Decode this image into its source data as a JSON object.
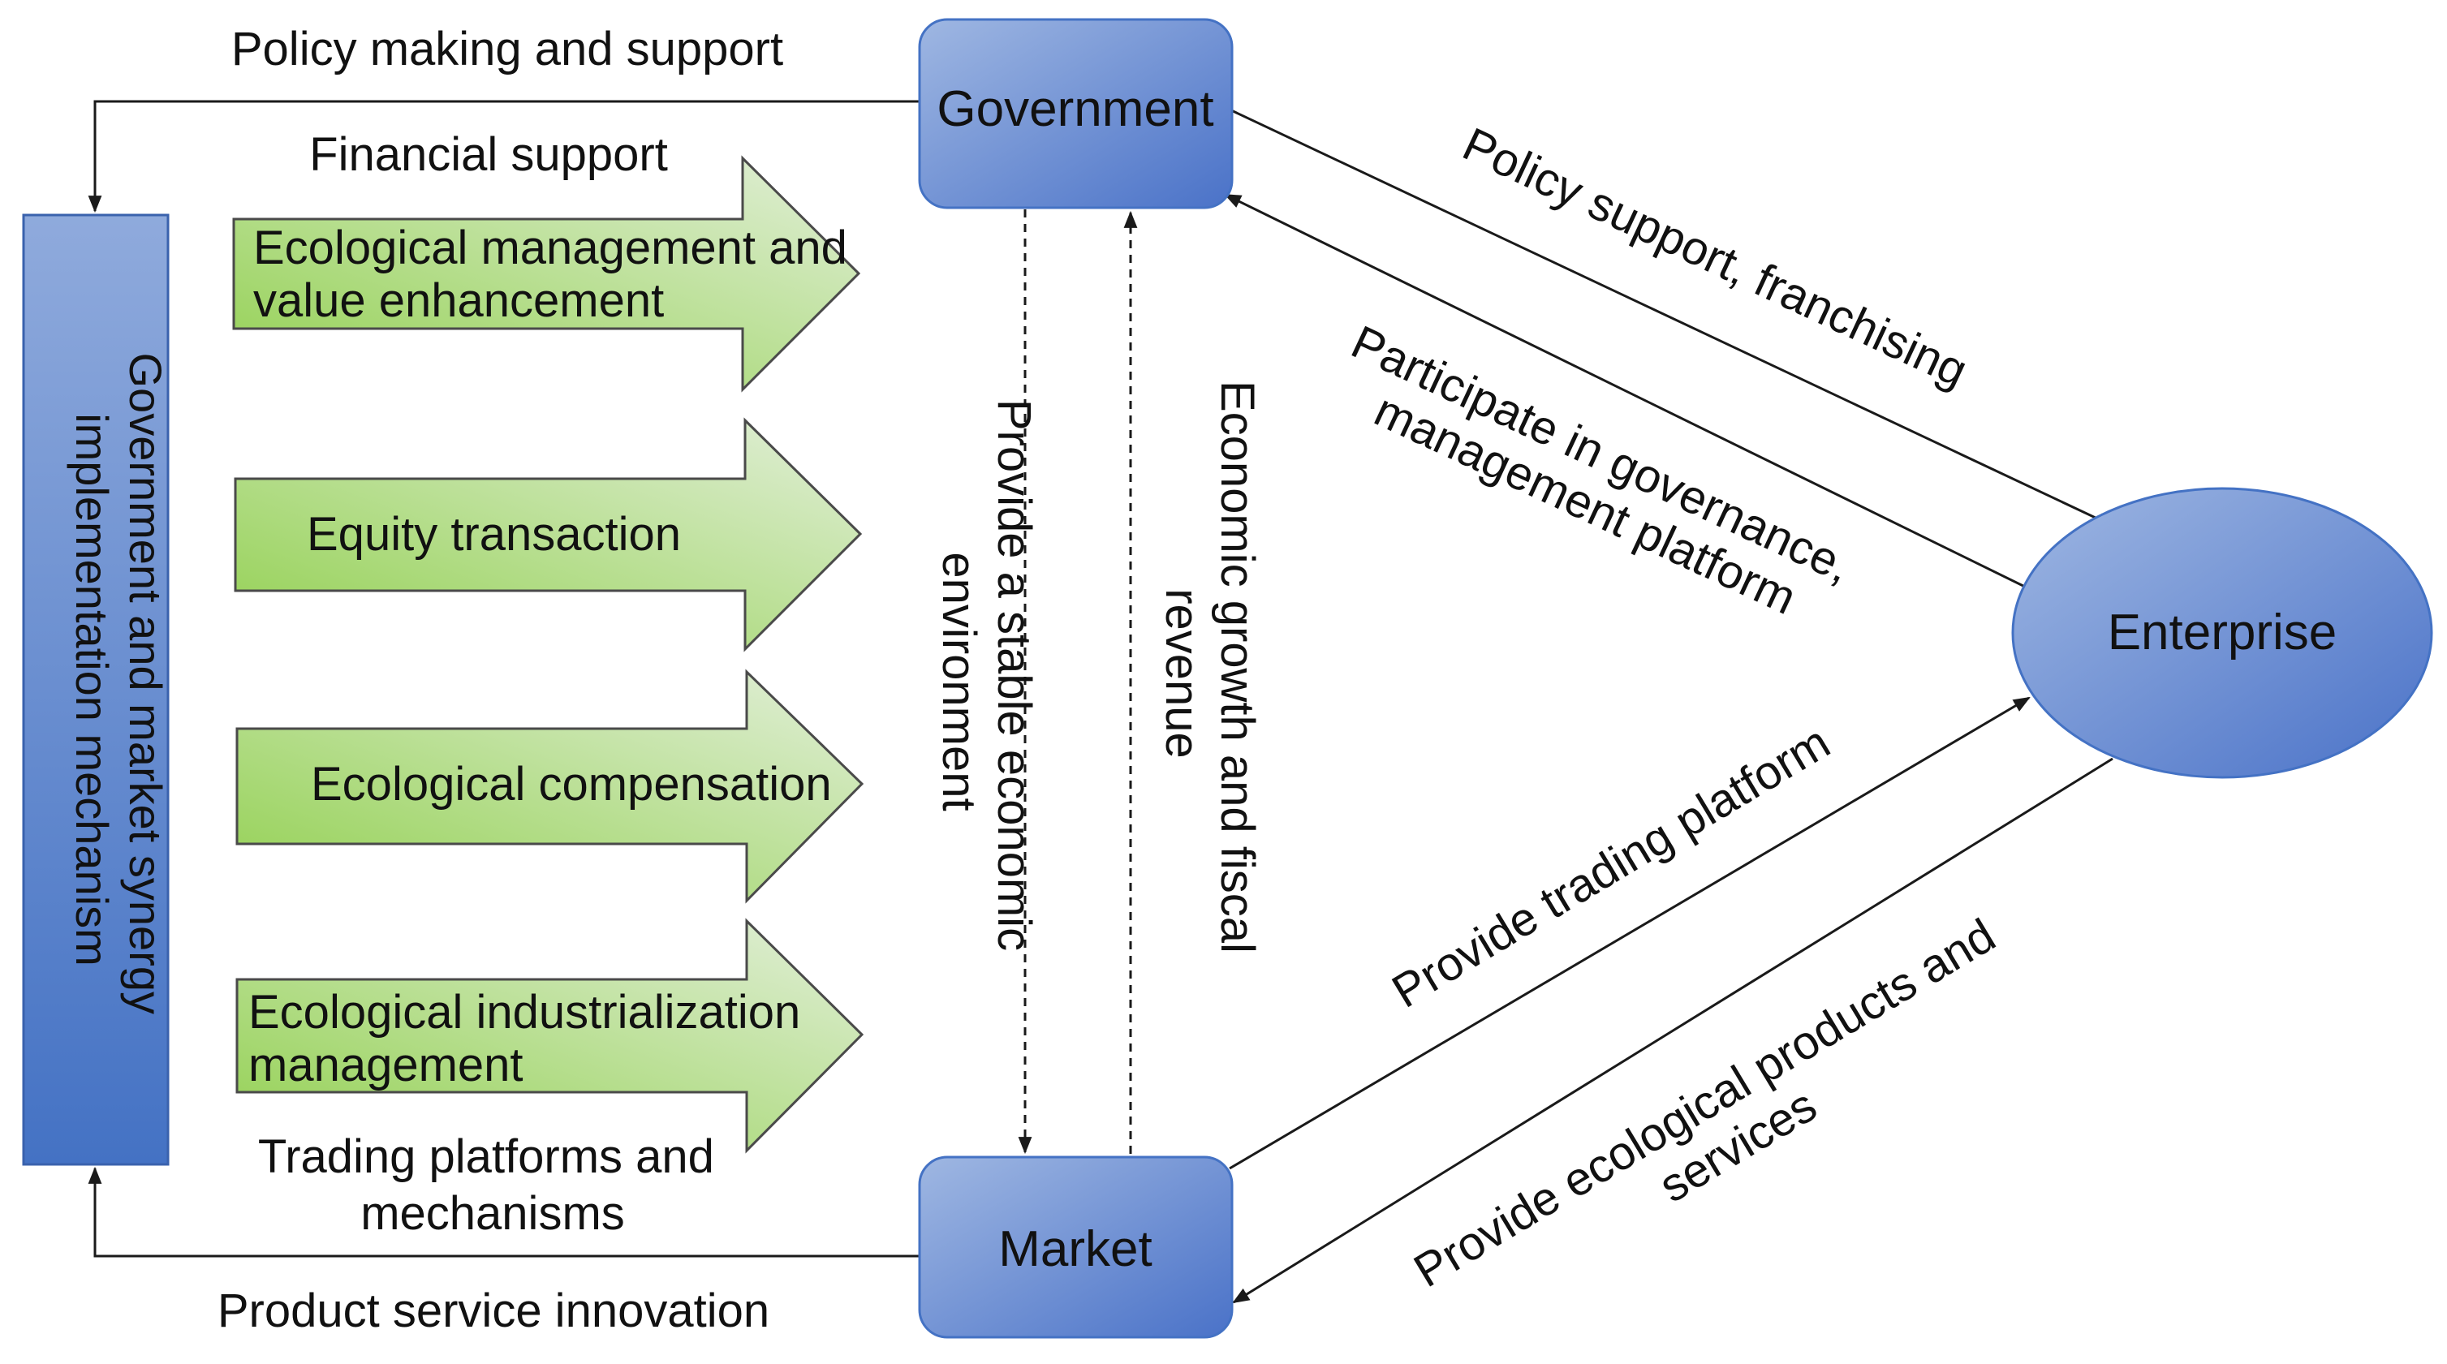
{
  "nodes": {
    "government": "Government",
    "market": "Market",
    "enterprise": "Enterprise",
    "mechanism": [
      "Government and market synergy",
      "implementation mechanism"
    ]
  },
  "flow_labels": {
    "policy_making": "Policy making and support",
    "financial_support": "Financial support",
    "trading_platforms": [
      "Trading platforms and",
      "mechanisms"
    ],
    "product_innovation": "Product service innovation",
    "stable_env": [
      "Provide a stable economic",
      "environment"
    ],
    "econ_growth": [
      "Economic growth and fiscal",
      "revenue"
    ],
    "policy_support": "Policy support, franchising",
    "participate": [
      "Participate in governance,",
      "management platform"
    ],
    "trading_platform": "Provide trading platform",
    "eco_products": [
      "Provide ecological products and",
      "services"
    ]
  },
  "big_arrows": [
    [
      "Ecological management and",
      "value enhancement"
    ],
    [
      "Equity transaction"
    ],
    [
      "Ecological compensation"
    ],
    [
      "Ecological industrialization",
      "management"
    ]
  ],
  "colors": {
    "box_light": "#8faadc",
    "box_dark": "#4472c4",
    "arrow_light": "#c5e0b4",
    "arrow_dark": "#92d050",
    "line": "#1a1a1a"
  }
}
